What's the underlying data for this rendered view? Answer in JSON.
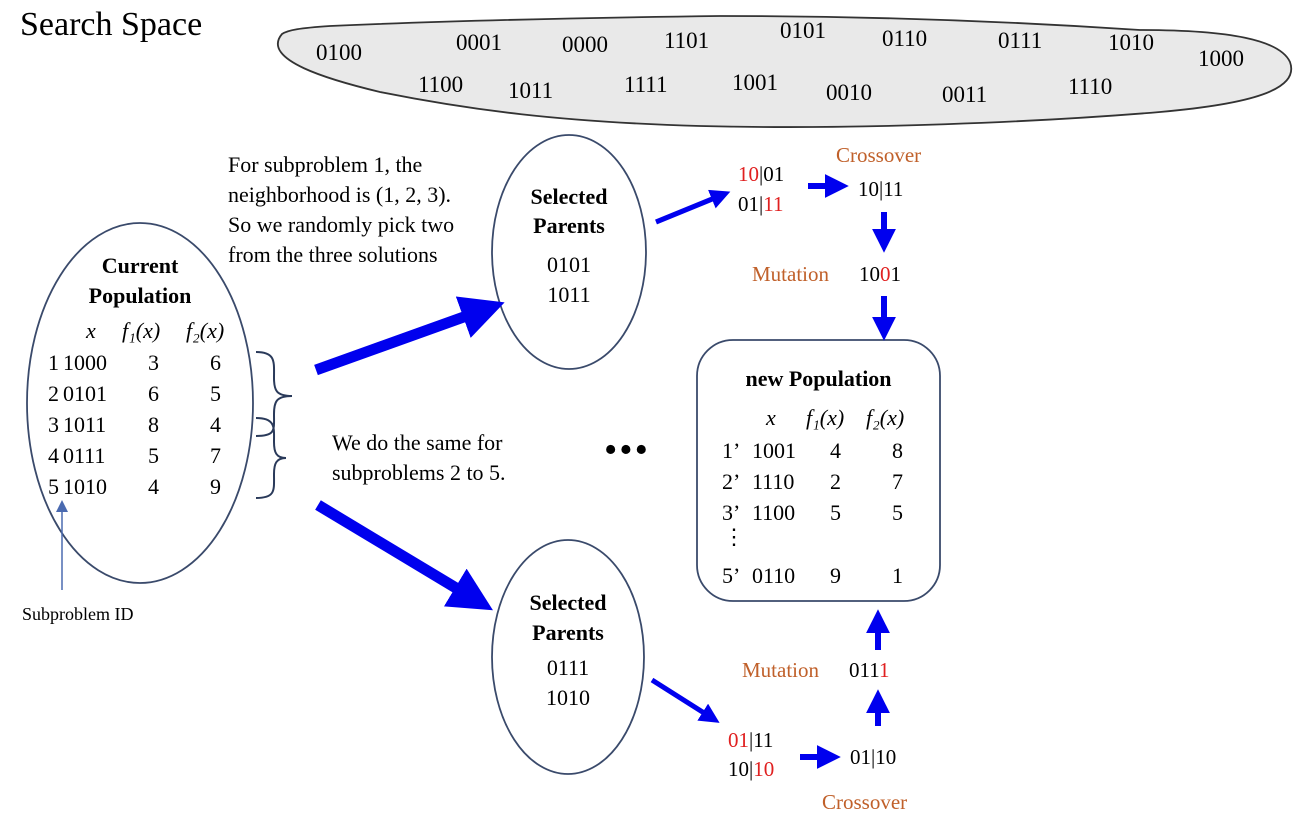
{
  "title": "Search Space",
  "search_space": {
    "codes": [
      "0100",
      "0001",
      "0000",
      "1101",
      "0101",
      "0110",
      "0111",
      "1010",
      "1000",
      "1100",
      "1011",
      "1111",
      "1001",
      "0010",
      "0011",
      "1110"
    ]
  },
  "current_population": {
    "title_line1": "Current",
    "title_line2": "Population",
    "header_x": "x",
    "header_f1": "f₁(x)",
    "header_f2": "f₂(x)",
    "rows": [
      {
        "id": "1",
        "x": "1000",
        "f1": "3",
        "f2": "6"
      },
      {
        "id": "2",
        "x": "0101",
        "f1": "6",
        "f2": "5"
      },
      {
        "id": "3",
        "x": "1011",
        "f1": "8",
        "f2": "4"
      },
      {
        "id": "4",
        "x": "0111",
        "f1": "5",
        "f2": "7"
      },
      {
        "id": "5",
        "x": "1010",
        "f1": "4",
        "f2": "9"
      }
    ],
    "id_label": "Subproblem ID"
  },
  "note_top": "For subproblem 1, the\nneighborhood is (1, 2, 3).\nSo we randomly pick two\nfrom the three solutions",
  "note_mid": "We do the same for\nsubproblems 2 to 5.",
  "ellipsis": "•••",
  "parents_top": {
    "label_line1": "Selected",
    "label_line2": "Parents",
    "p1": "0101",
    "p2": "1011"
  },
  "parents_bottom": {
    "label_line1": "Selected",
    "label_line2": "Parents",
    "p1": "0111",
    "p2": "1010"
  },
  "top_branch": {
    "crossover_label": "Crossover",
    "mutation_label": "Mutation",
    "in1_a": "10",
    "in1_b": "|01",
    "in2_a": "01|",
    "in2_b": "11",
    "child": "10|11",
    "mut_a": "10",
    "mut_b": "0",
    "mut_c": "1"
  },
  "bottom_branch": {
    "crossover_label": "Crossover",
    "mutation_label": "Mutation",
    "in1_a": "01",
    "in1_b": "|11",
    "in2_a": "10|",
    "in2_b": "10",
    "child": "01|10",
    "mut_a": "011",
    "mut_b": "1"
  },
  "new_population": {
    "title": "new Population",
    "header_x": "x",
    "header_f1": "f₁(x)",
    "header_f2": "f₂(x)",
    "rows": [
      {
        "id": "1’",
        "x": "1001",
        "f1": "4",
        "f2": "8"
      },
      {
        "id": "2’",
        "x": "1110",
        "f1": "2",
        "f2": "7"
      },
      {
        "id": "3’",
        "x": "1100",
        "f1": "5",
        "f2": "5"
      }
    ],
    "vdots": "⋮",
    "last_row": {
      "id": "5’",
      "x": "0110",
      "f1": "9",
      "f2": "1"
    }
  },
  "colors": {
    "arrow": "#0000ee",
    "accent_orange": "#c0602a",
    "red": "#e02020",
    "outline": "#3a4a6b"
  }
}
